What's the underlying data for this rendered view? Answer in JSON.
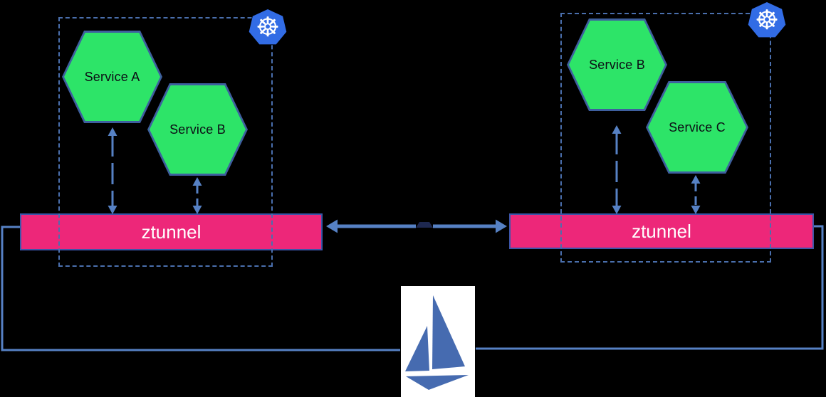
{
  "canvas": {
    "background": "#000000"
  },
  "nodes": [
    {
      "id": "node-left",
      "services": [
        {
          "label": "Service A"
        },
        {
          "label": "Service B"
        }
      ],
      "ztunnel_label": "ztunnel"
    },
    {
      "id": "node-right",
      "services": [
        {
          "label": "Service B"
        },
        {
          "label": "Service C"
        }
      ],
      "ztunnel_label": "ztunnel"
    }
  ],
  "icons": {
    "kubernetes": {
      "name": "kubernetes-wheel-icon",
      "glyph": "☸",
      "color": "#326ce5"
    },
    "istio": {
      "name": "istio-sailboat-icon",
      "color": "#466bb0"
    }
  },
  "colors": {
    "background": "#000000",
    "service_fill": "#2de468",
    "service_border": "#3e5f9e",
    "ztunnel_fill": "#ed2779",
    "ztunnel_border": "#3c55a8",
    "arrow_blue": "#5681c4",
    "node_border_dashed": "#4a6fad"
  }
}
